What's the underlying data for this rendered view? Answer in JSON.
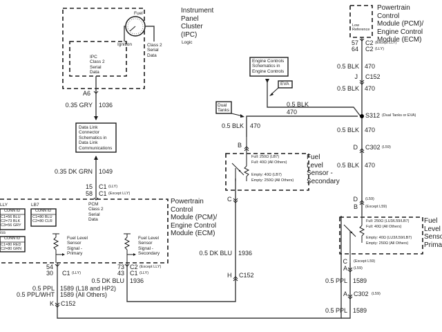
{
  "ipc": {
    "title": "Instrument\nPanel\nCluster\n(IPC)",
    "gauge_label": "Fuel",
    "ignition_label": "Ignition",
    "class2_label": "Class 2\nSerial\nData",
    "logic_label": "Logic",
    "ipc_data_label": "IPC\nClass 2\nSerial\nData",
    "pin": "A6"
  },
  "wires": {
    "gry_color": "0.35 GRY",
    "gry_circuit": "1036",
    "dkgrn_color": "0.35 DK GRN",
    "dkgrn_circuit": "1049",
    "dkblu_color": "0.5 DK BLU",
    "dkblu_circuit": "1936",
    "ppl_color": "0.5 PPL",
    "ppl_circuit_l18": "1589 (L18 and HP2)",
    "pplwht_color": "0.5 PPL/WHT",
    "ppl_circuit_others": "1589 (All Others)",
    "blk_color": "0.5 BLK",
    "blk_circuit": "470",
    "ppl_circuit": "1589"
  },
  "dlc_box": "Data Link\nConnector\nSchematics in\nData Link\nCommunications",
  "pcm_left": {
    "pin1": "15",
    "conn1": "C1",
    "note1": "(LLY)",
    "pin2": "58",
    "conn2": "C1",
    "note2": "(Except LLY)",
    "title": "Powertrain\nControl\nModule (PCM)/\nEngine Control\nModule (ECM)",
    "pcm_data_label": "PCM\nClass 2\nSerial\nData",
    "sensor_primary": "Fuel Level\nSensor\nSignal -\nPrimary",
    "sensor_secondary": "Fuel Level\nSensor\nSignal -\nSecondary",
    "pin_54": "54",
    "pin_30": "30",
    "c1_lly": "C1",
    "c1_lly_note": "(LLY)",
    "pin_73": "73",
    "pin_43": "43",
    "c2_except": "C2",
    "c2_except_note": "(Except LLY)",
    "c1_lly2": "C1",
    "c1_lly2_note": "(LLY)"
  },
  "conn_tables": {
    "lly_label": "LLY",
    "lb7_label": "LB7",
    "other_label": "iss",
    "header": "CONN ID",
    "lly_rows": [
      "C1=56 BLU",
      "C2=73 BLK",
      "C3=56 GRY"
    ],
    "lb7_rows": [
      "C1=80 BLU",
      "C2=80 CLR"
    ],
    "other_rows": [
      "C1=80 RED",
      "C2=80 GRN"
    ]
  },
  "connectors": {
    "k_pin": "K",
    "k_conn": "C152",
    "h_pin": "H",
    "h_conn": "C152",
    "b_pin": "B",
    "c_pin": "C",
    "j_pin": "J",
    "j_conn": "C152",
    "d_pin": "D",
    "d_conn": "C302",
    "d_note": "(L59)",
    "d2_pin": "D",
    "d2_note": "(L59)",
    "b2_pin": "B",
    "b2_note": "(Except L59)",
    "c2_pin": "C",
    "c2_note": "(Except L59)",
    "a_pin": "A",
    "a_note": "(L59)",
    "a2_pin": "A",
    "a2_conn": "C302",
    "a2_note": "(L59)"
  },
  "engine_box": "Engine Controls\nSchematics in\nEngine Controls",
  "eva_label": "EVA",
  "dual_tanks_label": "Dual\nTanks",
  "splice": {
    "id": "S312",
    "note": "(Dual Tanks or EVA)"
  },
  "sensor_secondary": {
    "title": "Fuel\nLevel\nSensor -\nSecondary",
    "full1": "Full: 250Ω (LB7)",
    "full2": "Full: 40Ω (All Others)",
    "empty1": "Empty: 40Ω (LB7)",
    "empty2": "Empty: 250Ω (All Others)"
  },
  "sensor_primary": {
    "title": "Fuel\nLevel\nSensor -\nPrimary",
    "full1": "Full: 250Ω (LU3/L59/LB7)",
    "full2": "Full: 40Ω (All Others)",
    "empty1": "Empty: 40Ω (LU3/L59/LB7)",
    "empty2": "Empty: 250Ω (All Others)"
  },
  "pcm_right": {
    "title": "Powertrain\nControl\nModule (PCM)/\nEngine Control\nModule (ECM)",
    "low_ref": "Low\nReference",
    "pin57": "57",
    "conn57": "C2",
    "note57": "(Except LLY)",
    "pin64": "64",
    "conn64": "C2",
    "note64": "(LLY)"
  }
}
